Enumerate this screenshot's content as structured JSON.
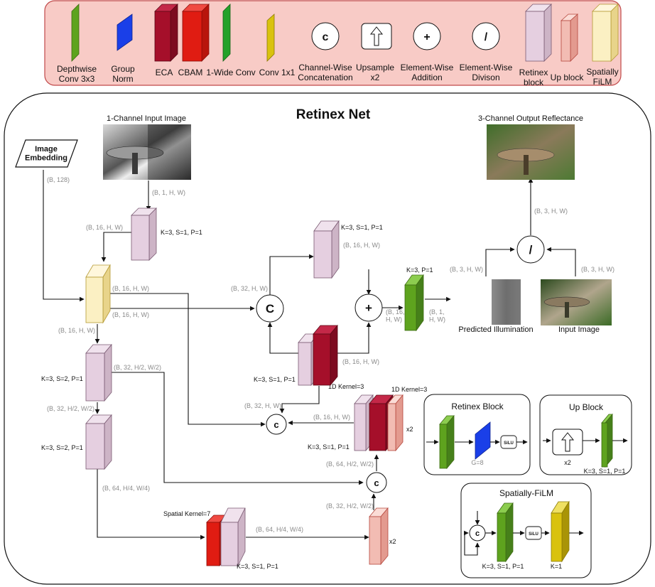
{
  "legend": {
    "depthwise": "Depthwise\nConv 3x3",
    "group_norm": "Group\nNorm",
    "eca": "ECA",
    "cbam": "CBAM",
    "wide_conv": "1-Wide Conv",
    "conv1x1": "Conv 1x1",
    "concat": "Channel-Wise\nConcatenation",
    "upsample": "Upsample\nx2",
    "addition": "Element-Wise\nAddition",
    "division": "Element-Wise\nDivison",
    "retinex_block": "Retinex\nblock",
    "up_block": "Up block",
    "film": "Spatially\nFiLM"
  },
  "ops": {
    "concat": "c",
    "concat_big": "C",
    "add": "+",
    "div": "/",
    "silu": "SiLU"
  },
  "title": "Retinex Net",
  "image_embedding": "Image\nEmbedding",
  "captions": {
    "input_image": "1-Channel Input Image",
    "output": "3-Channel Output Reflectance",
    "pred_illum": "Predicted Illumination",
    "input_image2": "Input Image"
  },
  "shapes": {
    "b128": "(B, 128)",
    "b1hw": "(B, 1, H, W)",
    "b16hw": "(B, 16, H, W)",
    "b32hw": "(B, 32, H, W)",
    "b3hw": "(B, 3, H, W)",
    "b32h2": "(B, 32, H/2, W/2)",
    "b64h2": "(B, 64, H/2, W/2)",
    "b64h4": "(B, 64, H/4, W/4)",
    "b16hw_split": "(B, 16,\nH, W)",
    "b1hw_split": "(B, 1,\nH, W)"
  },
  "params": {
    "k3s1p1": "K=3, S=1, P=1",
    "k3s2p1": "K=3, S=2, P=1",
    "k3p1": "K=3, P=1",
    "k1": "K=1",
    "kernel1d": "1D Kernel=3",
    "spatial": "Spatial Kernel=7",
    "x2": "x2",
    "g8": "G=8"
  },
  "blocks": {
    "retinex": "Retinex Block",
    "up": "Up Block",
    "film": "Spatially-FiLM"
  },
  "colors": {
    "green": "#5ea31e",
    "blue": "#1a3fe8",
    "crimson": "#a50f2a",
    "red": "#e01c12",
    "darkgreen": "#24a12a",
    "yellow": "#d9c20e",
    "lavender": "#e5cfe0",
    "salmon": "#f2bcb3",
    "cream": "#fbf0c3",
    "legend_bg": "#f8cbc6",
    "legend_border": "#c0494a"
  }
}
